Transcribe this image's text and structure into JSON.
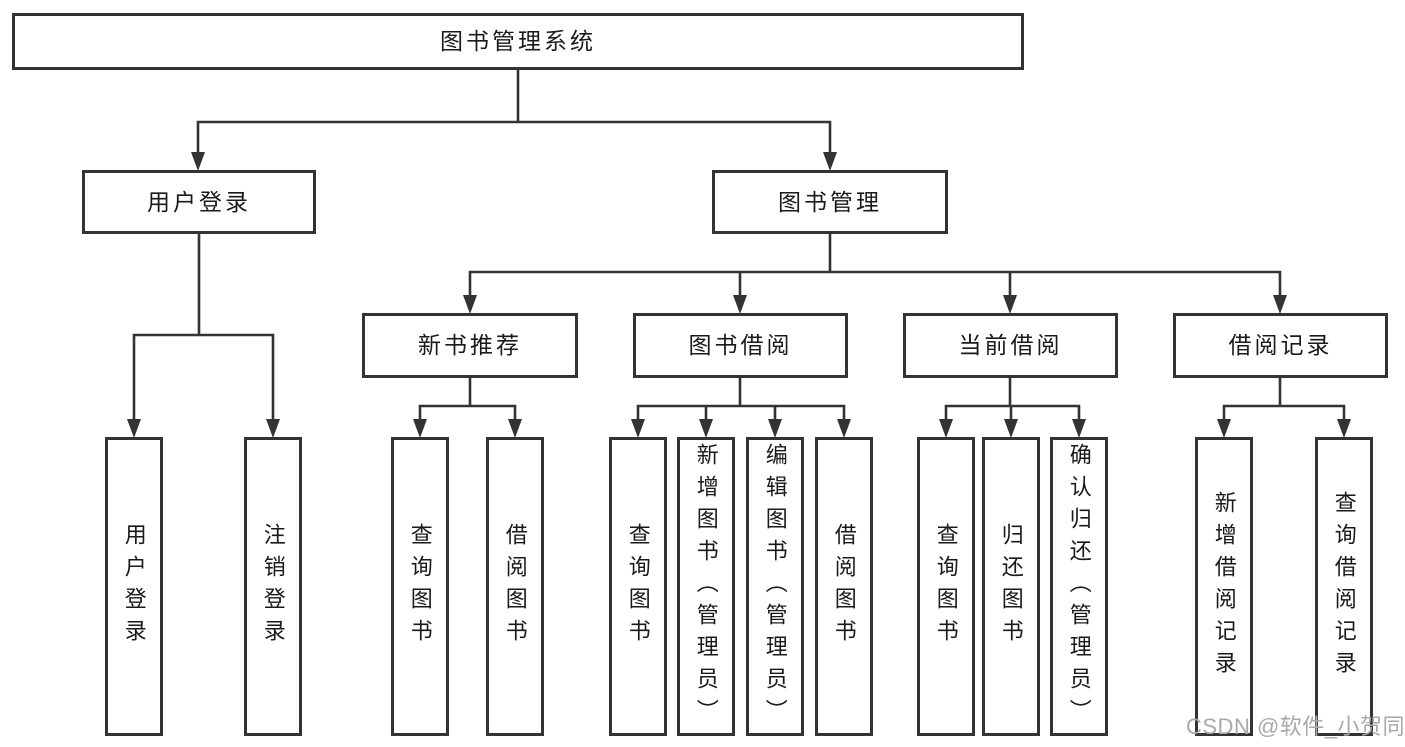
{
  "colors": {
    "line": "#333333",
    "box_border": "#333333",
    "text": "#1a1a1a",
    "watermark": "#a9a9a9",
    "background": "#ffffff"
  },
  "watermark": {
    "text": "CSDN @软件_小贺同学"
  },
  "tree": {
    "root": {
      "label": "图书管理系统",
      "children": [
        {
          "label": "用户登录",
          "children": [
            {
              "label": "用户登录"
            },
            {
              "label": "注销登录"
            }
          ]
        },
        {
          "label": "图书管理",
          "children": [
            {
              "label": "新书推荐",
              "children": [
                {
                  "label": "查询图书"
                },
                {
                  "label": "借阅图书"
                }
              ]
            },
            {
              "label": "图书借阅",
              "children": [
                {
                  "label": "查询图书"
                },
                {
                  "label": "新增图书（管理员）"
                },
                {
                  "label": "编辑图书（管理员）"
                },
                {
                  "label": "借阅图书"
                }
              ]
            },
            {
              "label": "当前借阅",
              "children": [
                {
                  "label": "查询图书"
                },
                {
                  "label": "归还图书"
                },
                {
                  "label": "确认归还（管理员）"
                }
              ]
            },
            {
              "label": "借阅记录",
              "children": [
                {
                  "label": "新增借阅记录"
                },
                {
                  "label": "查询借阅记录"
                }
              ]
            }
          ]
        }
      ]
    }
  }
}
